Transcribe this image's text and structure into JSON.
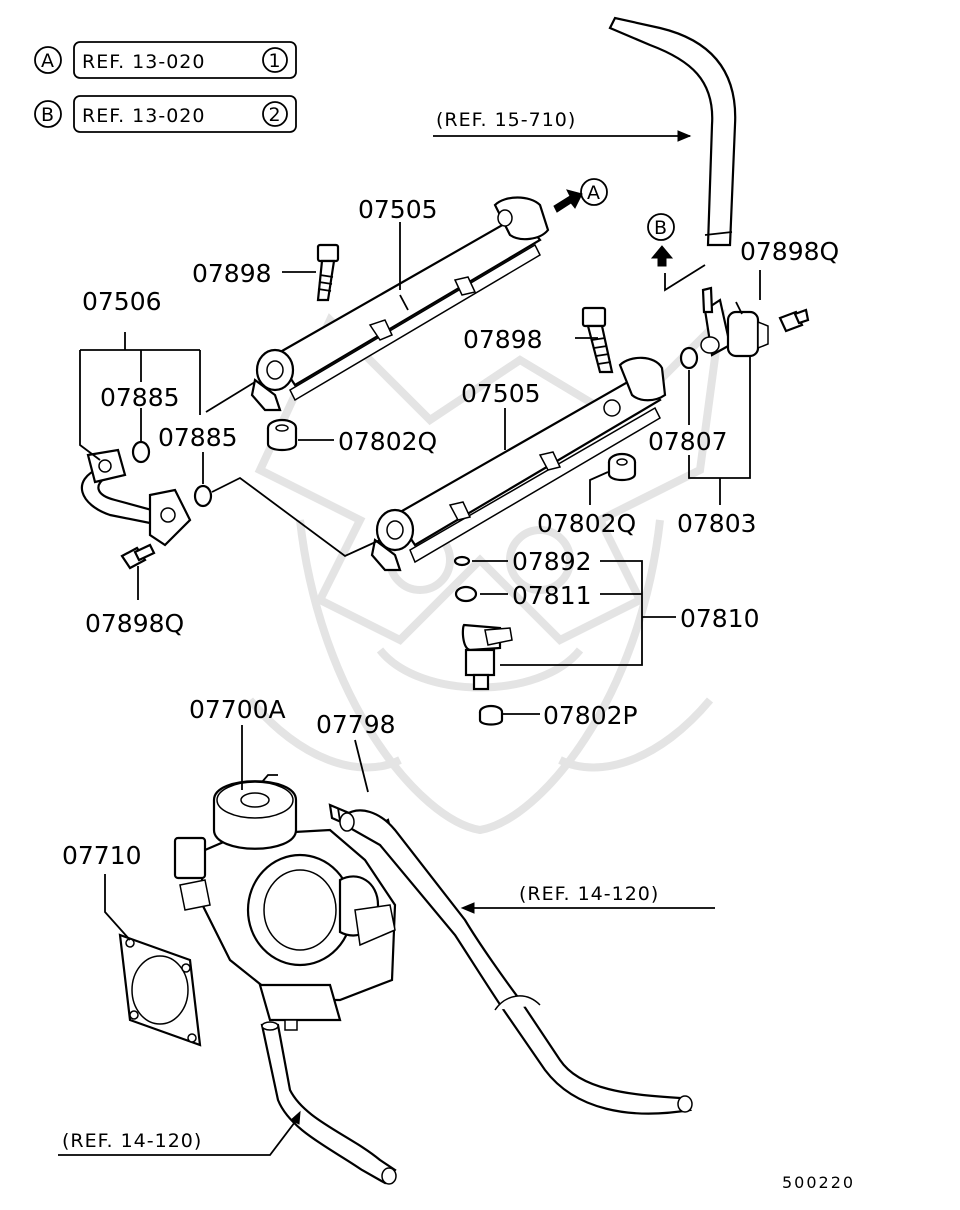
{
  "reference_boxes": [
    {
      "marker": "A",
      "text": "REF. 13-020",
      "circle": "1"
    },
    {
      "marker": "B",
      "text": "REF. 13-020",
      "circle": "2"
    }
  ],
  "callouts": {
    "ref_15_710": "(REF. 15-710)",
    "ref_14_120_right": "(REF. 14-120)",
    "ref_14_120_bottom": "(REF. 14-120)",
    "arrow_a": "A",
    "arrow_b": "B"
  },
  "part_labels": {
    "p07505_upper": "07505",
    "p07898_upper": "07898",
    "p07506": "07506",
    "p07885_a": "07885",
    "p07885_b": "07885",
    "p07802q_a": "07802Q",
    "p07898_mid": "07898",
    "p07505_lower": "07505",
    "p07898q_right": "07898Q",
    "p07807": "07807",
    "p07803": "07803",
    "p07802q_b": "07802Q",
    "p07898q_left": "07898Q",
    "p07892": "07892",
    "p07811": "07811",
    "p07810": "07810",
    "p07802p": "07802P",
    "p07700a": "07700A",
    "p07798": "07798",
    "p07710": "07710"
  },
  "diagram_code": "500220"
}
